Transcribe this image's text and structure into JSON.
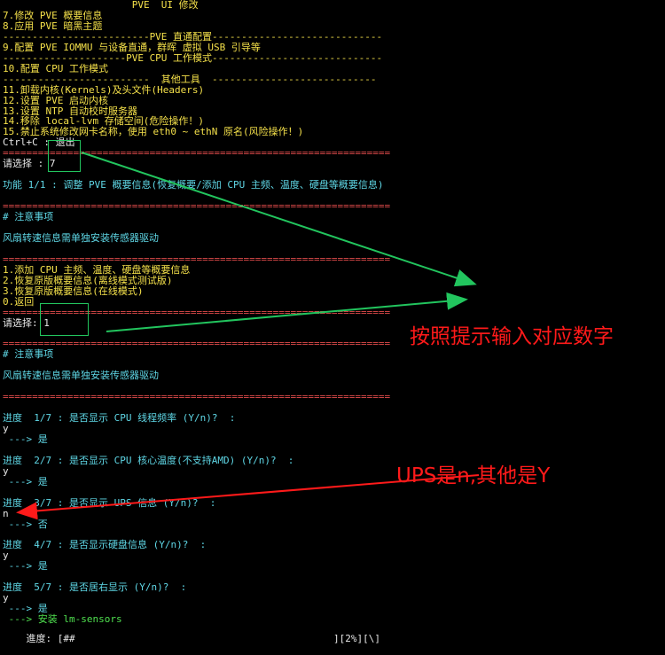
{
  "terminal": {
    "lines": [
      {
        "text": "                      PVE  UI 修改",
        "cls": "y"
      },
      {
        "text": "7.修改 PVE 概要信息",
        "cls": "y"
      },
      {
        "text": "8.应用 PVE 暗黑主题",
        "cls": "y"
      },
      {
        "text": "-------------------------PVE 直通配置-----------------------------",
        "cls": "y"
      },
      {
        "text": "9.配置 PVE IOMMU 与设备直通，群晖 虚拟 USB 引导等",
        "cls": "y"
      },
      {
        "text": "---------------------PVE CPU 工作模式-----------------------------",
        "cls": "y"
      },
      {
        "text": "10.配置 CPU 工作模式",
        "cls": "y"
      },
      {
        "text": "-------------------------  其他工具  ----------------------------",
        "cls": "y"
      },
      {
        "text": "11.卸载内核(Kernels)及头文件(Headers)",
        "cls": "y"
      },
      {
        "text": "12.设置 PVE 启动内核",
        "cls": "y"
      },
      {
        "text": "13.设置 NTP 自动校时服务器",
        "cls": "y"
      },
      {
        "text": "14.移除 local-lvm 存储空间(危险操作！)",
        "cls": "y"
      },
      {
        "text": "15.禁止系统修改网卡名称，使用 eth0 ~ ethN 原名(风险操作！)",
        "cls": "y"
      },
      {
        "text": "Ctrl+C : 退出",
        "cls": "w"
      },
      {
        "text": "==================================================================",
        "cls": "rule"
      },
      {
        "text": "请选择 : 7",
        "cls": "w"
      },
      {
        "text": "",
        "cls": "w"
      },
      {
        "text": "功能 1/1 : 调整 PVE 概要信息(恢复概要/添加 CPU 主频、温度、硬盘等概要信息)",
        "cls": "c"
      },
      {
        "text": "",
        "cls": "w"
      },
      {
        "text": "==================================================================",
        "cls": "rule"
      },
      {
        "text": "# 注意事项",
        "cls": "c"
      },
      {
        "text": "",
        "cls": "w"
      },
      {
        "text": "风扇转速信息需单独安装传感器驱动",
        "cls": "c"
      },
      {
        "text": "",
        "cls": "w"
      },
      {
        "text": "==================================================================",
        "cls": "rule"
      },
      {
        "text": "1.添加 CPU 主频、温度、硬盘等概要信息",
        "cls": "y"
      },
      {
        "text": "2.恢复原版概要信息(离线模式测试版)",
        "cls": "y"
      },
      {
        "text": "3.恢复原版概要信息(在线模式)",
        "cls": "y"
      },
      {
        "text": "0.返回",
        "cls": "y"
      },
      {
        "text": "==================================================================",
        "cls": "rule"
      },
      {
        "text": "请选择: 1",
        "cls": "w"
      },
      {
        "text": "",
        "cls": "w"
      },
      {
        "text": "==================================================================",
        "cls": "rule"
      },
      {
        "text": "# 注意事项",
        "cls": "c"
      },
      {
        "text": "",
        "cls": "w"
      },
      {
        "text": "风扇转速信息需单独安装传感器驱动",
        "cls": "c"
      },
      {
        "text": "",
        "cls": "w"
      },
      {
        "text": "==================================================================",
        "cls": "rule"
      },
      {
        "text": "",
        "cls": "w"
      },
      {
        "text": "进度  1/7 : 是否显示 CPU 线程频率 (Y/n)?  :",
        "cls": "c"
      },
      {
        "text": "y",
        "cls": "w"
      },
      {
        "text": " ---> 是",
        "cls": "c"
      },
      {
        "text": "",
        "cls": "w"
      },
      {
        "text": "进度  2/7 : 是否显示 CPU 核心温度(不支持AMD) (Y/n)?  :",
        "cls": "c"
      },
      {
        "text": "y",
        "cls": "w"
      },
      {
        "text": " ---> 是",
        "cls": "c"
      },
      {
        "text": "",
        "cls": "w"
      },
      {
        "text": "进度  3/7 : 是否显示 UPS 信息 (Y/n)?  :",
        "cls": "c"
      },
      {
        "text": "n",
        "cls": "w"
      },
      {
        "text": " ---> 否",
        "cls": "c"
      },
      {
        "text": "",
        "cls": "w"
      },
      {
        "text": "进度  4/7 : 是否显示硬盘信息 (Y/n)?  :",
        "cls": "c"
      },
      {
        "text": "y",
        "cls": "w"
      },
      {
        "text": " ---> 是",
        "cls": "c"
      },
      {
        "text": "",
        "cls": "w"
      },
      {
        "text": "进度  5/7 : 是否居右显示 (Y/n)?  :",
        "cls": "c"
      },
      {
        "text": "y",
        "cls": "w"
      },
      {
        "text": " ---> 是",
        "cls": "c"
      },
      {
        "text": " ---> 安装 lm-sensors",
        "cls": "g"
      }
    ],
    "progress": {
      "label": "進度: [##",
      "tail": "][2%][\\]",
      "percent": 2
    }
  },
  "annotations": {
    "input_hint": "按照提示输入对应数字",
    "ups_hint": "UPS是n,其他是Y"
  },
  "colors": {
    "text_yellow": "#f4e04a",
    "text_cyan": "#5fd7e6",
    "rule_red": "#e04b4b",
    "highlight_green": "#22c55e",
    "annotation_red": "#ff1a1a"
  }
}
